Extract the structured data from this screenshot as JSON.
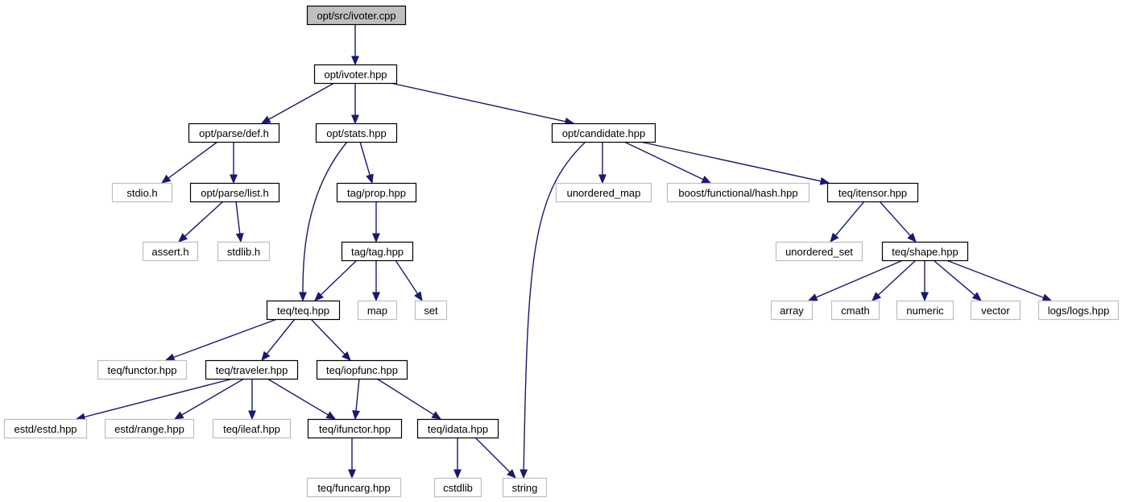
{
  "colors": {
    "edge": "#191970",
    "root_fill": "#bfbfbf",
    "normal_border": "#000000",
    "system_border": "#bfbfbf",
    "background": "#ffffff"
  },
  "nodes": [
    {
      "id": "ivoter_cpp",
      "label": "opt/src/ivoter.cpp",
      "kind": "root"
    },
    {
      "id": "ivoter_hpp",
      "label": "opt/ivoter.hpp",
      "kind": "normal"
    },
    {
      "id": "def_h",
      "label": "opt/parse/def.h",
      "kind": "normal"
    },
    {
      "id": "stats_hpp",
      "label": "opt/stats.hpp",
      "kind": "normal"
    },
    {
      "id": "candidate_hpp",
      "label": "opt/candidate.hpp",
      "kind": "normal"
    },
    {
      "id": "stdio_h",
      "label": "stdio.h",
      "kind": "system"
    },
    {
      "id": "list_h",
      "label": "opt/parse/list.h",
      "kind": "normal"
    },
    {
      "id": "prop_hpp",
      "label": "tag/prop.hpp",
      "kind": "normal"
    },
    {
      "id": "unordered_map",
      "label": "unordered_map",
      "kind": "system"
    },
    {
      "id": "boost_hash",
      "label": "boost/functional/hash.hpp",
      "kind": "system"
    },
    {
      "id": "itensor_hpp",
      "label": "teq/itensor.hpp",
      "kind": "normal"
    },
    {
      "id": "assert_h",
      "label": "assert.h",
      "kind": "system"
    },
    {
      "id": "stdlib_h",
      "label": "stdlib.h",
      "kind": "system"
    },
    {
      "id": "tag_hpp",
      "label": "tag/tag.hpp",
      "kind": "normal"
    },
    {
      "id": "unordered_set",
      "label": "unordered_set",
      "kind": "system"
    },
    {
      "id": "shape_hpp",
      "label": "teq/shape.hpp",
      "kind": "normal"
    },
    {
      "id": "teq_hpp",
      "label": "teq/teq.hpp",
      "kind": "normal"
    },
    {
      "id": "map",
      "label": "map",
      "kind": "system"
    },
    {
      "id": "set",
      "label": "set",
      "kind": "system"
    },
    {
      "id": "array",
      "label": "array",
      "kind": "system"
    },
    {
      "id": "cmath",
      "label": "cmath",
      "kind": "system"
    },
    {
      "id": "numeric",
      "label": "numeric",
      "kind": "system"
    },
    {
      "id": "vector",
      "label": "vector",
      "kind": "system"
    },
    {
      "id": "logs_hpp",
      "label": "logs/logs.hpp",
      "kind": "system"
    },
    {
      "id": "functor_hpp",
      "label": "teq/functor.hpp",
      "kind": "system"
    },
    {
      "id": "traveler_hpp",
      "label": "teq/traveler.hpp",
      "kind": "normal"
    },
    {
      "id": "iopfunc_hpp",
      "label": "teq/iopfunc.hpp",
      "kind": "normal"
    },
    {
      "id": "estd_hpp",
      "label": "estd/estd.hpp",
      "kind": "system"
    },
    {
      "id": "range_hpp",
      "label": "estd/range.hpp",
      "kind": "system"
    },
    {
      "id": "ileaf_hpp",
      "label": "teq/ileaf.hpp",
      "kind": "system"
    },
    {
      "id": "ifunctor_hpp",
      "label": "teq/ifunctor.hpp",
      "kind": "normal"
    },
    {
      "id": "idata_hpp",
      "label": "teq/idata.hpp",
      "kind": "normal"
    },
    {
      "id": "funcarg_hpp",
      "label": "teq/funcarg.hpp",
      "kind": "system"
    },
    {
      "id": "cstdlib",
      "label": "cstdlib",
      "kind": "system"
    },
    {
      "id": "string",
      "label": "string",
      "kind": "system"
    }
  ],
  "edges": [
    {
      "from": "ivoter_cpp",
      "to": "ivoter_hpp"
    },
    {
      "from": "ivoter_hpp",
      "to": "def_h"
    },
    {
      "from": "ivoter_hpp",
      "to": "stats_hpp"
    },
    {
      "from": "ivoter_hpp",
      "to": "candidate_hpp"
    },
    {
      "from": "def_h",
      "to": "stdio_h"
    },
    {
      "from": "def_h",
      "to": "list_h"
    },
    {
      "from": "list_h",
      "to": "assert_h"
    },
    {
      "from": "list_h",
      "to": "stdlib_h"
    },
    {
      "from": "stats_hpp",
      "to": "teq_hpp"
    },
    {
      "from": "stats_hpp",
      "to": "prop_hpp"
    },
    {
      "from": "prop_hpp",
      "to": "tag_hpp"
    },
    {
      "from": "tag_hpp",
      "to": "teq_hpp"
    },
    {
      "from": "tag_hpp",
      "to": "map"
    },
    {
      "from": "tag_hpp",
      "to": "set"
    },
    {
      "from": "candidate_hpp",
      "to": "string"
    },
    {
      "from": "candidate_hpp",
      "to": "unordered_map"
    },
    {
      "from": "candidate_hpp",
      "to": "boost_hash"
    },
    {
      "from": "candidate_hpp",
      "to": "itensor_hpp"
    },
    {
      "from": "itensor_hpp",
      "to": "unordered_set"
    },
    {
      "from": "itensor_hpp",
      "to": "shape_hpp"
    },
    {
      "from": "shape_hpp",
      "to": "array"
    },
    {
      "from": "shape_hpp",
      "to": "cmath"
    },
    {
      "from": "shape_hpp",
      "to": "numeric"
    },
    {
      "from": "shape_hpp",
      "to": "vector"
    },
    {
      "from": "shape_hpp",
      "to": "logs_hpp"
    },
    {
      "from": "teq_hpp",
      "to": "functor_hpp"
    },
    {
      "from": "teq_hpp",
      "to": "traveler_hpp"
    },
    {
      "from": "teq_hpp",
      "to": "iopfunc_hpp"
    },
    {
      "from": "traveler_hpp",
      "to": "estd_hpp"
    },
    {
      "from": "traveler_hpp",
      "to": "range_hpp"
    },
    {
      "from": "traveler_hpp",
      "to": "ileaf_hpp"
    },
    {
      "from": "traveler_hpp",
      "to": "ifunctor_hpp"
    },
    {
      "from": "iopfunc_hpp",
      "to": "ifunctor_hpp"
    },
    {
      "from": "iopfunc_hpp",
      "to": "idata_hpp"
    },
    {
      "from": "ifunctor_hpp",
      "to": "funcarg_hpp"
    },
    {
      "from": "idata_hpp",
      "to": "cstdlib"
    },
    {
      "from": "idata_hpp",
      "to": "string"
    }
  ]
}
